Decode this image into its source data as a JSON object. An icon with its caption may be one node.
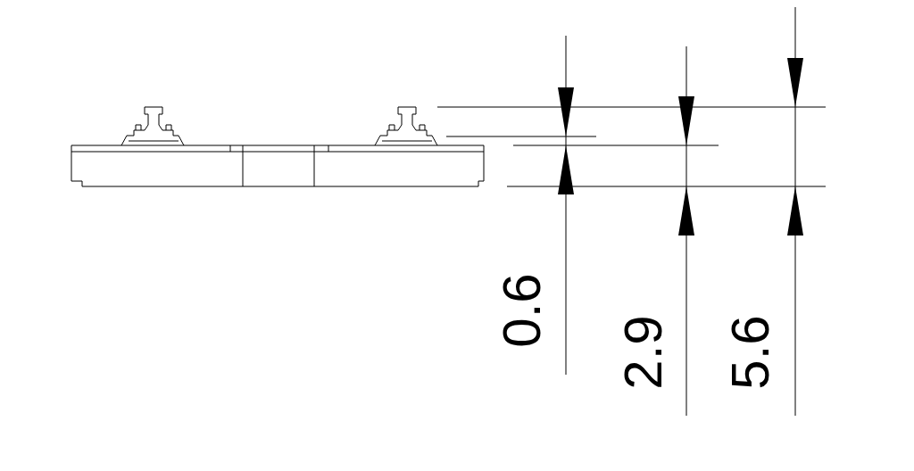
{
  "diagram": {
    "labels": [
      "0.6",
      "2.9",
      "5.6"
    ]
  }
}
